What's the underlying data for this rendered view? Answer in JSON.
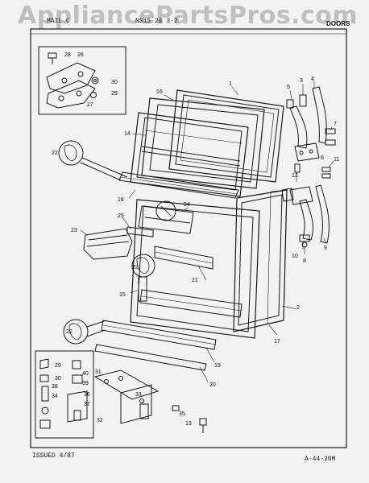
{
  "watermark": "AppliancePartsPros.com",
  "header": {
    "left_code": "MAIL C",
    "model_text": "NS15 2& 3-2",
    "section": "DOORS"
  },
  "footer": {
    "issued": "ISSUED 4/87",
    "drawing_number": "A-44-20M"
  },
  "callouts": {
    "c1": "1",
    "c2": "2",
    "c3": "3",
    "c4": "4",
    "c5": "5",
    "c6": "6",
    "c7": "7",
    "c8": "8",
    "c9": "9",
    "c10": "10",
    "c11": "11",
    "c12": "12",
    "c13": "13",
    "c14": "14",
    "c15": "15",
    "c16": "16",
    "c17": "17",
    "c18": "18",
    "c19": "19",
    "c20": "20",
    "c21": "21",
    "c22": "22",
    "c23": "23",
    "c24": "24",
    "c25": "25",
    "c26": "26",
    "c27": "27",
    "c28": "28",
    "c29": "29",
    "c30": "30",
    "c31": "31",
    "c32": "32",
    "c33": "33",
    "c34": "34",
    "c35": "35",
    "c36": "36",
    "c37": "37",
    "c38": "38",
    "c39": "39",
    "c40": "40"
  }
}
